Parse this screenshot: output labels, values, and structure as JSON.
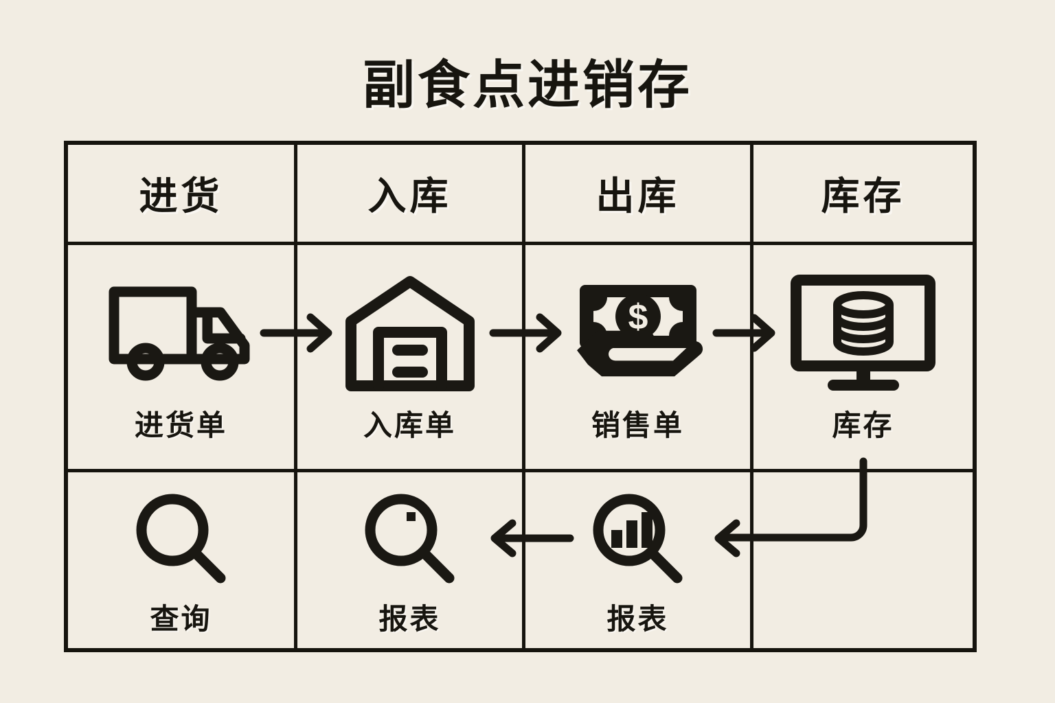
{
  "page": {
    "title": "副食点进销存",
    "background_color": "#F2EDE3",
    "ink_color": "#16140E"
  },
  "matrix": {
    "columns": [
      {
        "key": "purchase",
        "header": "进货"
      },
      {
        "key": "inbound",
        "header": "入库"
      },
      {
        "key": "outbound",
        "header": "出库"
      },
      {
        "key": "stock",
        "header": "库存"
      }
    ],
    "rows": [
      {
        "key": "documents",
        "cells": [
          {
            "icon": "delivery-truck-icon",
            "label": "进货单"
          },
          {
            "icon": "warehouse-icon",
            "label": "入库单"
          },
          {
            "icon": "cash-in-hand-icon",
            "label": "销售单"
          },
          {
            "icon": "monitor-database-icon",
            "label": "库存"
          }
        ]
      },
      {
        "key": "analysis",
        "cells": [
          {
            "icon": "magnifier-icon",
            "label": "查询"
          },
          {
            "icon": "magnifier-dot-icon",
            "label": "报表"
          },
          {
            "icon": "magnifier-bar-chart-icon",
            "label": "报表"
          },
          {
            "icon": "",
            "label": ""
          }
        ]
      }
    ],
    "flow_arrows": [
      {
        "name": "arrow-purchase-to-inbound",
        "direction": "right"
      },
      {
        "name": "arrow-inbound-to-outbound",
        "direction": "right"
      },
      {
        "name": "arrow-outbound-to-stock",
        "direction": "right"
      },
      {
        "name": "arrow-stock-to-report-feedback",
        "direction": "down-then-left"
      },
      {
        "name": "arrow-outbound-report-to-inbound-report",
        "direction": "left"
      }
    ]
  }
}
